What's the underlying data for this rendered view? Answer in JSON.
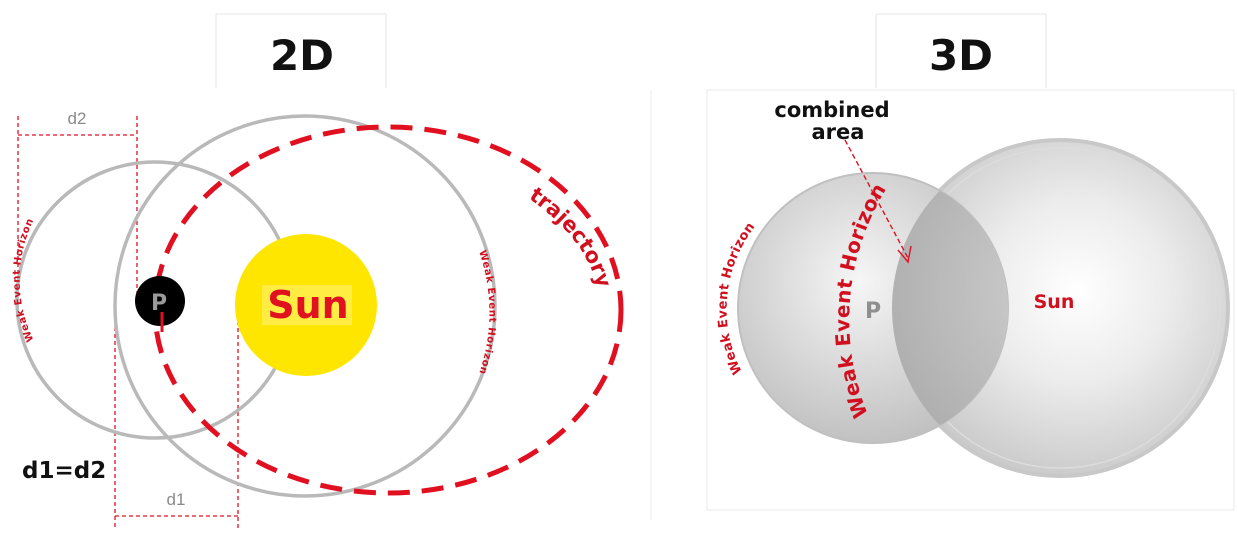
{
  "panels": {
    "left": {
      "title": "2D",
      "sun_label": "Sun",
      "planet_label": "P",
      "trajectory_label": "trajectory",
      "weak_horizon_small": "Weak Event Horizon",
      "weak_horizon_large": "Weak Event Horizon",
      "d1_label": "d1",
      "d2_label": "d2",
      "equation": "d1=d2"
    },
    "right": {
      "title": "3D",
      "combined_label_line1": "combined",
      "combined_label_line2": "area",
      "weak_horizon_small": "Weak Event Horizon",
      "weak_horizon_big": "Weak Event Horizon",
      "planet_label": "P",
      "sun_label": "Sun"
    }
  },
  "colors": {
    "sun_fill": "#ffe600",
    "sun_text": "#e0121f",
    "planet_fill": "#000000",
    "planet_text": "#9a9a9a",
    "horizon_ring": "#b9b9b9",
    "trajectory": "#e01020",
    "dimension_line": "#e01020",
    "label_red": "#d10f1e",
    "sphere_gray": "#c4c4c4",
    "heading_text": "#111111"
  }
}
